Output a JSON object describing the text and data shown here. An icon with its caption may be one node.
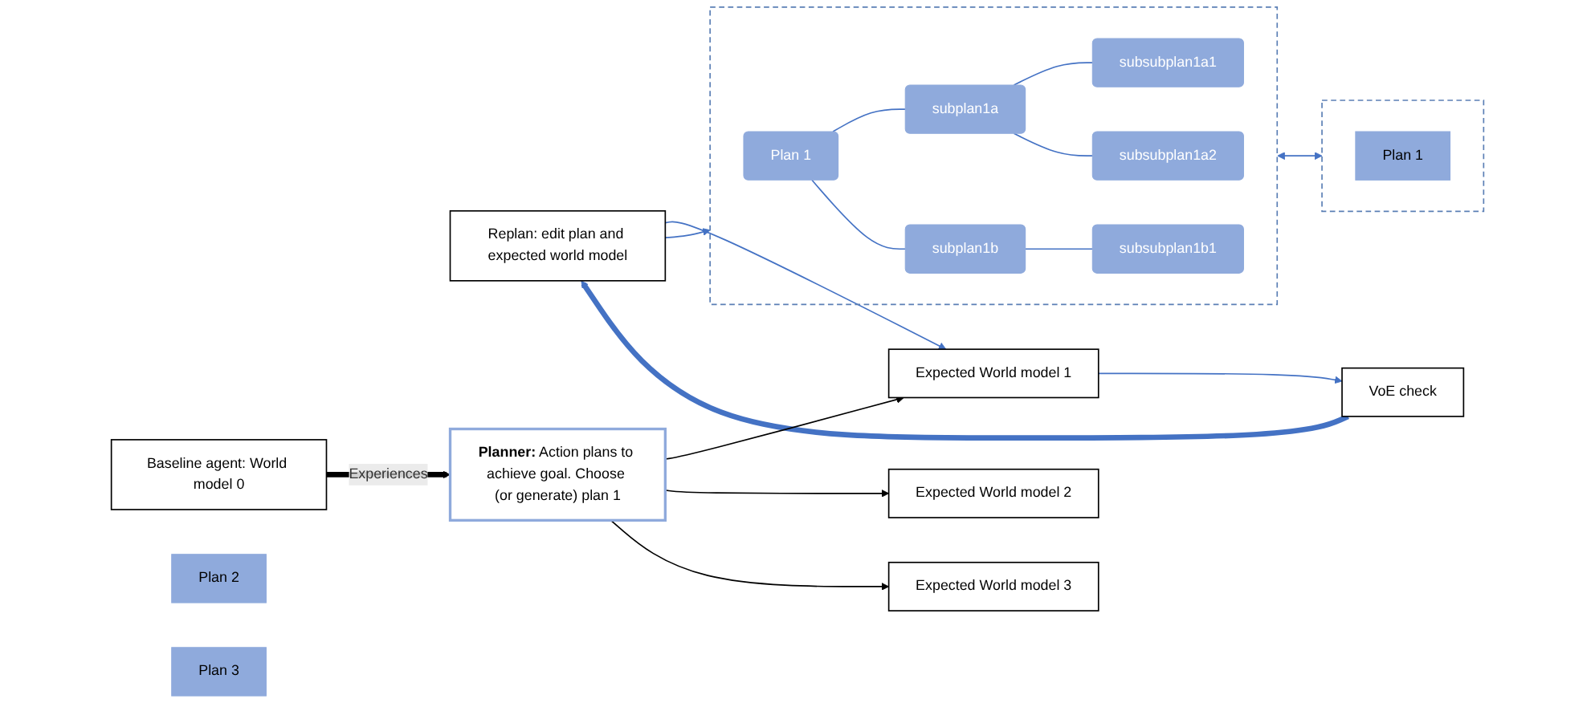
{
  "diagram": {
    "nodes": [
      {
        "text": [],
        "shape": "ellipse"
      },
      {
        "text": [
          "Plan 1"
        ],
        "in": 0
      },
      {
        "text": [
          "subplan1a"
        ],
        "in": 0
      },
      {
        "text": [
          "subsubplan1a1"
        ],
        "in": 0
      },
      {
        "text": [
          "subsubplan1a2"
        ],
        "in": 0
      },
      {
        "text": [
          "subplan1b"
        ],
        "in": 0
      },
      {
        "text": [
          "subsubplan1b1"
        ],
        "in": 0
      },
      {
        "text": [
          "Replan: edit plan and expected world model"
        ]
      },
      {
        "text": [],
        "shape": "ellipse"
      },
      {
        "text": [
          "Plan 1"
        ],
        "in": 8
      },
      {
        "text": [
          "Expected World model 1"
        ]
      },
      {
        "text": [
          "VoE check"
        ]
      },
      {
        "text": [
          "Baseline agent: World model 0"
        ]
      },
      {
        "text": [
          "**Planner:** Action plans to achieve goal. Choose (or generate) plan 1"
        ]
      },
      {
        "text": [
          "Plan 2"
        ]
      },
      {
        "text": [
          "Expected World model 2"
        ]
      },
      {
        "text": [
          "Plan 3"
        ]
      },
      {
        "text": [
          "Expected World model 3"
        ]
      }
    ],
    "edges": [
      {
        "from": 1,
        "to": 2,
        "arrow": "none"
      },
      {
        "from": 1,
        "to": 5,
        "arrow": "none"
      },
      {
        "from": 2,
        "to": 3,
        "arrow": "none"
      },
      {
        "from": 2,
        "to": 4,
        "arrow": "none"
      },
      {
        "from": 5,
        "to": 6,
        "arrow": "none"
      },
      {
        "from": 7,
        "to": 0,
        "arrow": "to"
      },
      {
        "from": 0,
        "to": 8,
        "arrow": "both"
      },
      {
        "from": 7,
        "to": 10,
        "arrow": "to"
      },
      {
        "from": 10,
        "to": 11,
        "arrow": "to"
      },
      {
        "from": 11,
        "to": 7,
        "arrow": "to",
        "style": "thick"
      },
      {
        "from": 12,
        "to": 13,
        "arrow": "to",
        "label": "Experiences",
        "style": "thick",
        "color": "#000000"
      },
      {
        "from": 13,
        "to": 10,
        "arrow": "to",
        "color": "#000000"
      },
      {
        "from": 13,
        "to": 15,
        "arrow": "to",
        "color": "#000000"
      },
      {
        "from": 13,
        "to": 17,
        "arrow": "to",
        "color": "#000000"
      }
    ]
  }
}
